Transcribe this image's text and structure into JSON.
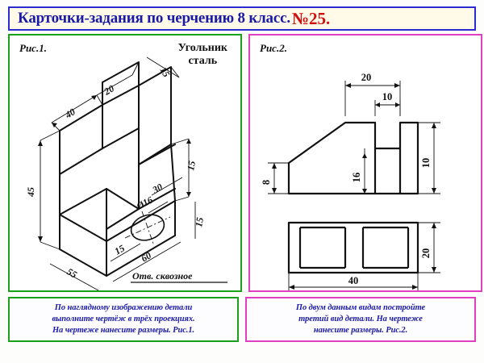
{
  "title": {
    "main": "Карточки-задания по черчению 8 класс.",
    "number": "№25."
  },
  "colors": {
    "title_border": "#2b2bd0",
    "title_text": "#1a1aa8",
    "title_number": "#d01010",
    "left_panel_border": "#1aa01a",
    "right_panel_border": "#e040c0",
    "note_text": "#1a1aa8",
    "drawing_ink": "#111111"
  },
  "left_panel": {
    "figure_label": "Рис.1.",
    "part_name_line1": "Угольник",
    "part_name_line2": "сталь",
    "hole_note": "Отв. сквозное",
    "dimensions": {
      "d40": "40",
      "d20": "20",
      "d15_top": "15",
      "d30": "30",
      "d_hole": "Ø16",
      "d45": "45",
      "d15_mid": "15",
      "d15_right": "15",
      "d15_low": "15",
      "d60": "60",
      "d55": "55"
    }
  },
  "right_panel": {
    "figure_label": "Рис.2.",
    "dimensions": {
      "top_20": "20",
      "top_10": "10",
      "left_8": "8",
      "inner_16": "16",
      "right_10": "10",
      "right_20": "20",
      "bottom_40": "40"
    }
  },
  "notes": {
    "left": "По  наглядному  изображению  детали\nвыполните  чертёж  в трёх  проекциях.\nНа чертеже  нанесите  размеры.  Рис.1.",
    "right": "По двум данным видам постройте\nтретий  вид  детали.  На  чертеже\nнанесите  размеры.  Рис.2."
  }
}
